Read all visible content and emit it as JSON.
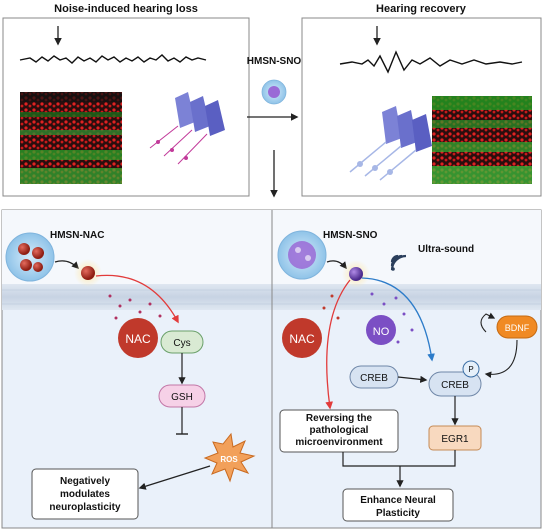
{
  "top": {
    "left_title": "Noise-induced hearing loss",
    "right_title": "Hearing recovery",
    "middle_label": "HMSN-SNO"
  },
  "left_panel": {
    "title": "HMSN-NAC",
    "nac_label": "NAC",
    "cys_label": "Cys",
    "gsh_label": "GSH",
    "ros_label": "ROS",
    "outcome_line1": "Negatively",
    "outcome_line2": "modulates",
    "outcome_line3": "neuroplasticity"
  },
  "right_panel": {
    "title": "HMSN-SNO",
    "ultrasound_label": "Ultra-sound",
    "nac_label": "NAC",
    "no_label": "NO",
    "bdnf_label": "BDNF",
    "p_label": "P",
    "creb_left_label": "CREB",
    "creb_right_label": "CREB",
    "reversing_line1": "Reversing the",
    "reversing_line2": "pathological",
    "reversing_line3": "microenvironment",
    "egr1_label": "EGR1",
    "enhance_line1": "Enhance Neural",
    "enhance_line2": "Plasticity"
  },
  "colors": {
    "panel_bg": "#eaf1fa",
    "membrane": "#c9d6e6",
    "nac_red": "#c0392b",
    "no_purple": "#7b4fc4",
    "bdnf_orange": "#f08a24",
    "creb_blue": "#d7e3f2",
    "cys_green": "#d9ead3",
    "gsh_pink": "#f6d1e7",
    "ros_orange": "#f2a05a",
    "arrow_red": "#e23b3b",
    "arrow_blue": "#2d7cc9"
  }
}
